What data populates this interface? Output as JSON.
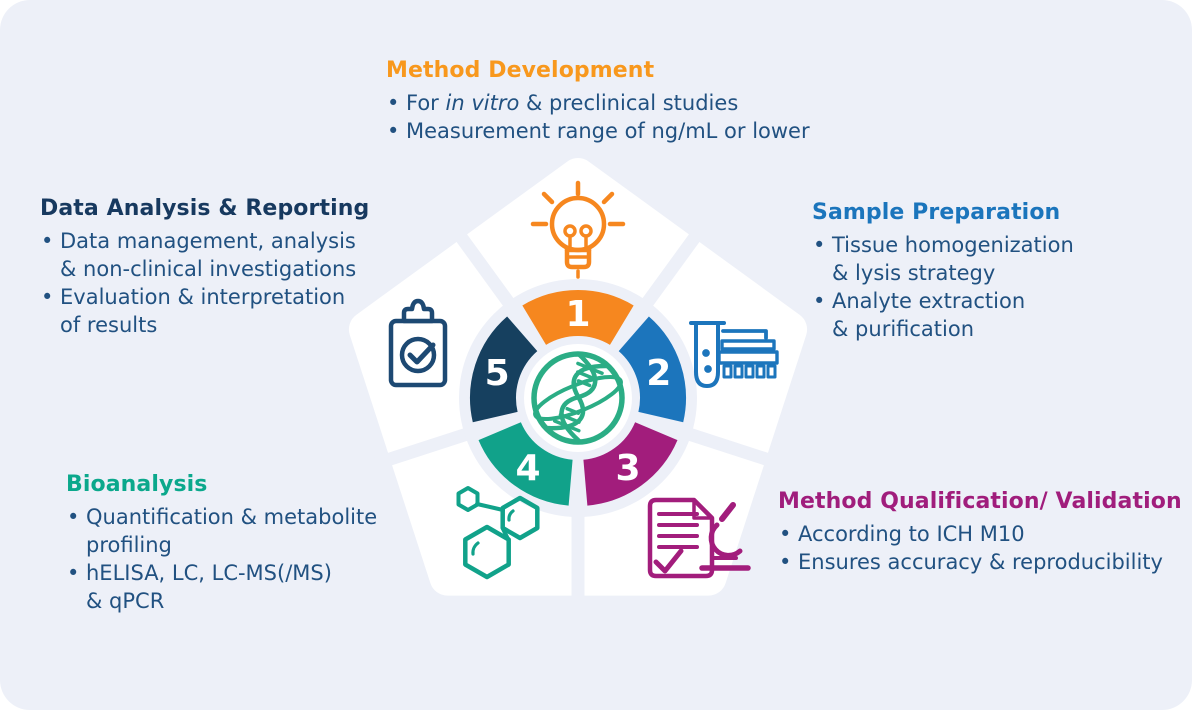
{
  "background": {
    "page_color": "#FFFFFF",
    "panel_color": "#EDF0F8"
  },
  "text_color": "#215181",
  "wheel": {
    "center_icon": "dna-globe-icon",
    "center_icon_color": "#2BAD85",
    "segments": [
      {
        "num": "1",
        "label": "Method Development",
        "color": "#F6871F",
        "icon": "lightbulb-idea-icon",
        "icon_color": "#F6871F"
      },
      {
        "num": "2",
        "label": "Sample Preparation",
        "color": "#1C75BC",
        "icon": "test-tube-homogenizer-icon",
        "icon_color": "#1C75BC"
      },
      {
        "num": "3",
        "label": "Method Qualification/ Validation",
        "color": "#A21D7C",
        "icon": "document-microscope-icon",
        "icon_color": "#A21D7C"
      },
      {
        "num": "4",
        "label": "Bioanalysis",
        "color": "#11A28A",
        "icon": "molecule-icon",
        "icon_color": "#11A28A"
      },
      {
        "num": "5",
        "label": "Data Analysis & Reporting",
        "color": "#16405F",
        "icon": "clipboard-check-icon",
        "icon_color": "#1D4973"
      }
    ]
  },
  "blocks": [
    {
      "id": "method-development",
      "title": "Method Development",
      "title_color": "#F8981D",
      "bullets": [
        [
          {
            "t": "For "
          },
          {
            "t": "in vitro",
            "italic": true
          },
          {
            "t": " & preclinical studies"
          }
        ],
        [
          {
            "t": "Measurement range of ng/mL or lower"
          }
        ]
      ]
    },
    {
      "id": "sample-preparation",
      "title": "Sample Preparation",
      "title_color": "#1B75BC",
      "bullets": [
        [
          {
            "t": "Tissue homogenization"
          },
          {
            "br": true
          },
          {
            "t": "& lysis strategy"
          }
        ],
        [
          {
            "t": "Analyte extraction"
          },
          {
            "br": true
          },
          {
            "t": "& purification"
          }
        ]
      ]
    },
    {
      "id": "method-qualification-validation",
      "title": "Method Qualification/ Validation",
      "title_color": "#A01D7C",
      "bullets": [
        [
          {
            "t": "According to ICH M10"
          }
        ],
        [
          {
            "t": "Ensures accuracy & reproducibility"
          }
        ]
      ]
    },
    {
      "id": "bioanalysis",
      "title": "Bioanalysis",
      "title_color": "#0BA88C",
      "bullets": [
        [
          {
            "t": "Quantification & metabolite"
          },
          {
            "br": true
          },
          {
            "t": "profiling"
          }
        ],
        [
          {
            "t": "hELISA, LC, LC-MS(/MS)"
          },
          {
            "br": true
          },
          {
            "t": "& qPCR"
          }
        ]
      ]
    },
    {
      "id": "data-analysis-reporting",
      "title": "Data Analysis & Reporting",
      "title_color": "#17395F",
      "bullets": [
        [
          {
            "t": "Data management, analysis"
          },
          {
            "br": true
          },
          {
            "t": "& non-clinical investigations"
          }
        ],
        [
          {
            "t": "Evaluation & interpretation"
          },
          {
            "br": true
          },
          {
            "t": "of results"
          }
        ]
      ]
    }
  ]
}
